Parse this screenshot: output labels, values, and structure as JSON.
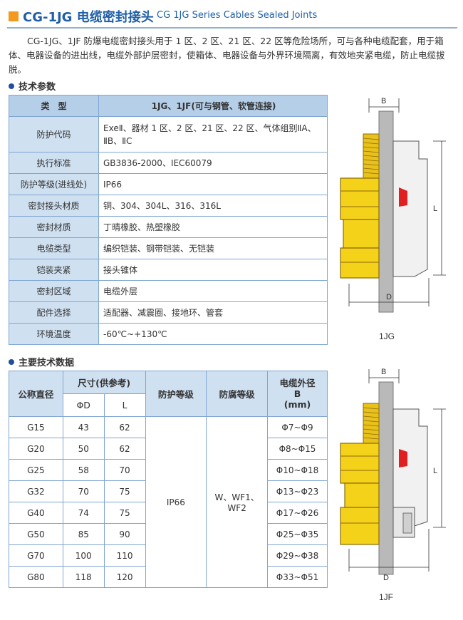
{
  "header": {
    "title": "CG-1JG 电缆密封接头",
    "subtitle": "CG 1JG Series Cables Sealed Joints"
  },
  "intro": "CG-1JG、1JF 防爆电缆密封接头用于 1 区、2 区、21 区、22 区等危险场所，可与各种电缆配套，用于箱体、电器设备的进出线，电缆外部护层密封，使箱体、电器设备与外界环境隔离，有效地夹紧电缆，防止电缆拔脱。",
  "tech_params": {
    "title": "技术参数",
    "rows": [
      {
        "key": "类　型",
        "value": "1JG、1JF(可与钢管、软管连接)"
      },
      {
        "key": "防护代码",
        "value": "ExeⅡ、器材 1 区、2 区、21 区、22 区、气体组别ⅡA、ⅡB、ⅡC"
      },
      {
        "key": "执行标准",
        "value": "GB3836-2000、IEC60079"
      },
      {
        "key": "防护等级(进线处)",
        "value": "IP66"
      },
      {
        "key": "密封接头材质",
        "value": "铜、304、304L、316、316L"
      },
      {
        "key": "密封材质",
        "value": "丁晴橡胶、热塑橡胶"
      },
      {
        "key": "电缆类型",
        "value": "编织铠装、钢带铠装、无铠装"
      },
      {
        "key": "铠装夹紧",
        "value": "接头锥体"
      },
      {
        "key": "密封区域",
        "value": "电缆外层"
      },
      {
        "key": "配件选择",
        "value": "适配器、减震圈、接地环、管套"
      },
      {
        "key": "环境温度",
        "value": "-60℃~+130℃"
      }
    ]
  },
  "main_data": {
    "title": "主要技术数据",
    "headers": {
      "nominal": "公称直径",
      "size": "尺寸(供参考)",
      "d": "ΦD",
      "l": "L",
      "protection": "防护等级",
      "corrosion": "防腐等级",
      "cable": "电缆外径",
      "cable_b": "B",
      "cable_unit": "(mm)"
    },
    "protection_value": "IP66",
    "corrosion_value": "W、WF1、WF2",
    "rows": [
      {
        "name": "G15",
        "d": "43",
        "l": "62",
        "cable": "Φ7~Φ9"
      },
      {
        "name": "G20",
        "d": "50",
        "l": "62",
        "cable": "Φ8~Φ15"
      },
      {
        "name": "G25",
        "d": "58",
        "l": "70",
        "cable": "Φ10~Φ18"
      },
      {
        "name": "G32",
        "d": "70",
        "l": "75",
        "cable": "Φ13~Φ23"
      },
      {
        "name": "G40",
        "d": "74",
        "l": "75",
        "cable": "Φ17~Φ26"
      },
      {
        "name": "G50",
        "d": "85",
        "l": "90",
        "cable": "Φ25~Φ35"
      },
      {
        "name": "G70",
        "d": "100",
        "l": "110",
        "cable": "Φ29~Φ38"
      },
      {
        "name": "G80",
        "d": "118",
        "l": "120",
        "cable": "Φ33~Φ51"
      }
    ]
  },
  "figures": {
    "fig1": {
      "b": "B",
      "l": "L",
      "d": "D",
      "caption": "1JG"
    },
    "fig2": {
      "b": "B",
      "l": "L",
      "d": "D",
      "caption": "1JF"
    }
  },
  "colors": {
    "accent": "#f29a1f",
    "title_blue": "#1f5fa8",
    "table_border": "#7fa6d1",
    "table_key": "#cfe0f1",
    "brass": "#f5d21a"
  }
}
